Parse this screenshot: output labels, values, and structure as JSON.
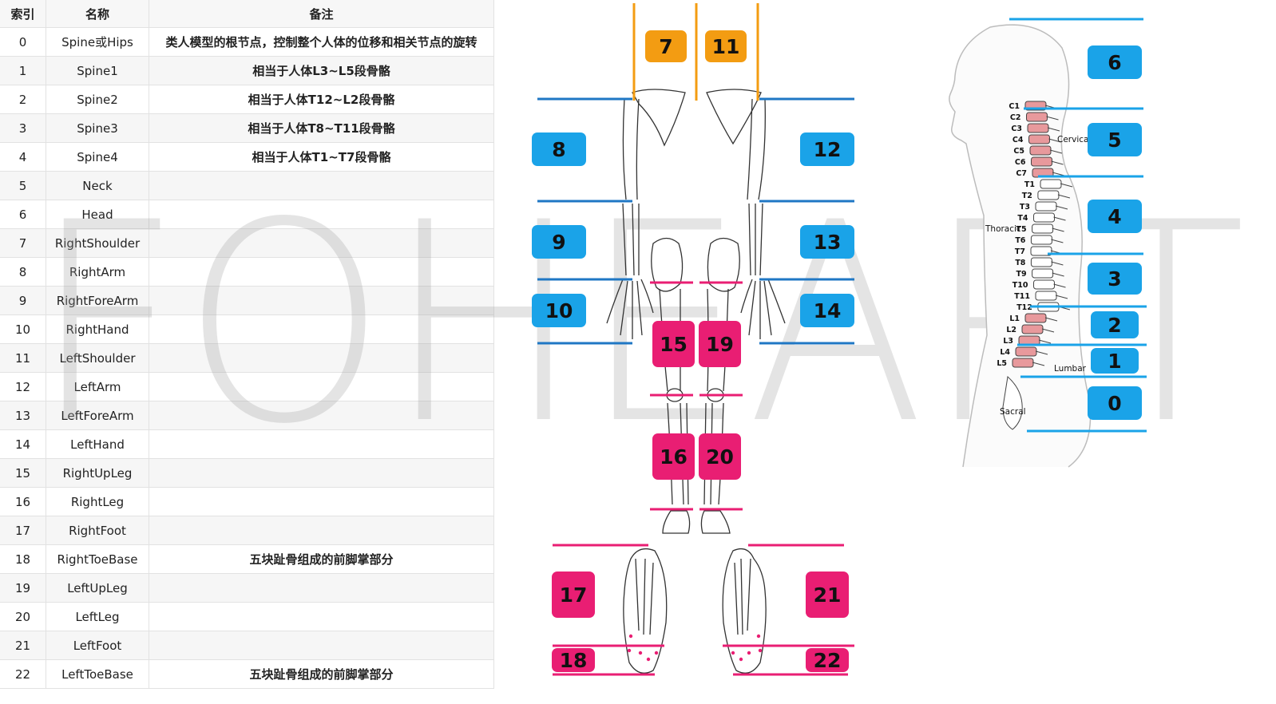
{
  "table": {
    "headers": [
      "索引",
      "名称",
      "备注"
    ],
    "rows": [
      [
        "0",
        "Spine或Hips",
        "类人模型的根节点，控制整个人体的位移和相关节点的旋转"
      ],
      [
        "1",
        "Spine1",
        "相当于人体L3~L5段骨骼"
      ],
      [
        "2",
        "Spine2",
        "相当于人体T12~L2段骨骼"
      ],
      [
        "3",
        "Spine3",
        "相当于人体T8~T11段骨骼"
      ],
      [
        "4",
        "Spine4",
        "相当于人体T1~T7段骨骼"
      ],
      [
        "5",
        "Neck",
        ""
      ],
      [
        "6",
        "Head",
        ""
      ],
      [
        "7",
        "RightShoulder",
        ""
      ],
      [
        "8",
        "RightArm",
        ""
      ],
      [
        "9",
        "RightForeArm",
        ""
      ],
      [
        "10",
        "RightHand",
        ""
      ],
      [
        "11",
        "LeftShoulder",
        ""
      ],
      [
        "12",
        "LeftArm",
        ""
      ],
      [
        "13",
        "LeftForeArm",
        ""
      ],
      [
        "14",
        "LeftHand",
        ""
      ],
      [
        "15",
        "RightUpLeg",
        ""
      ],
      [
        "16",
        "RightLeg",
        ""
      ],
      [
        "17",
        "RightFoot",
        ""
      ],
      [
        "18",
        "RightToeBase",
        "五块趾骨组成的前脚掌部分"
      ],
      [
        "19",
        "LeftUpLeg",
        ""
      ],
      [
        "20",
        "LeftLeg",
        ""
      ],
      [
        "21",
        "LeftFoot",
        ""
      ],
      [
        "22",
        "LeftToeBase",
        "五块趾骨组成的前脚掌部分"
      ]
    ]
  },
  "watermark": "FOHEART",
  "colors": {
    "orange": "#f39c12",
    "blue": "#1aa3e8",
    "blue_line": "#1f77c4",
    "pink": "#e91e73",
    "vertebra_pink": "#e8999c"
  },
  "labels": {
    "shoulders": [
      "7",
      "11"
    ],
    "arms_right": [
      "8",
      "9",
      "10"
    ],
    "arms_left": [
      "12",
      "13",
      "14"
    ],
    "legs_right": [
      "15",
      "16"
    ],
    "legs_left": [
      "19",
      "20"
    ],
    "feet": [
      "17",
      "18",
      "21",
      "22"
    ],
    "spine": [
      "6",
      "5",
      "4",
      "3",
      "2",
      "1",
      "0"
    ]
  },
  "vertebrae": [
    "C1",
    "C2",
    "C3",
    "C4",
    "C5",
    "C6",
    "C7",
    "T1",
    "T2",
    "T3",
    "T4",
    "T5",
    "T6",
    "T7",
    "T8",
    "T9",
    "T10",
    "T11",
    "T12",
    "L1",
    "L2",
    "L3",
    "L4",
    "L5"
  ],
  "spine_regions": [
    "Cervical",
    "Thoracic",
    "Lumbar",
    "Sacral"
  ]
}
